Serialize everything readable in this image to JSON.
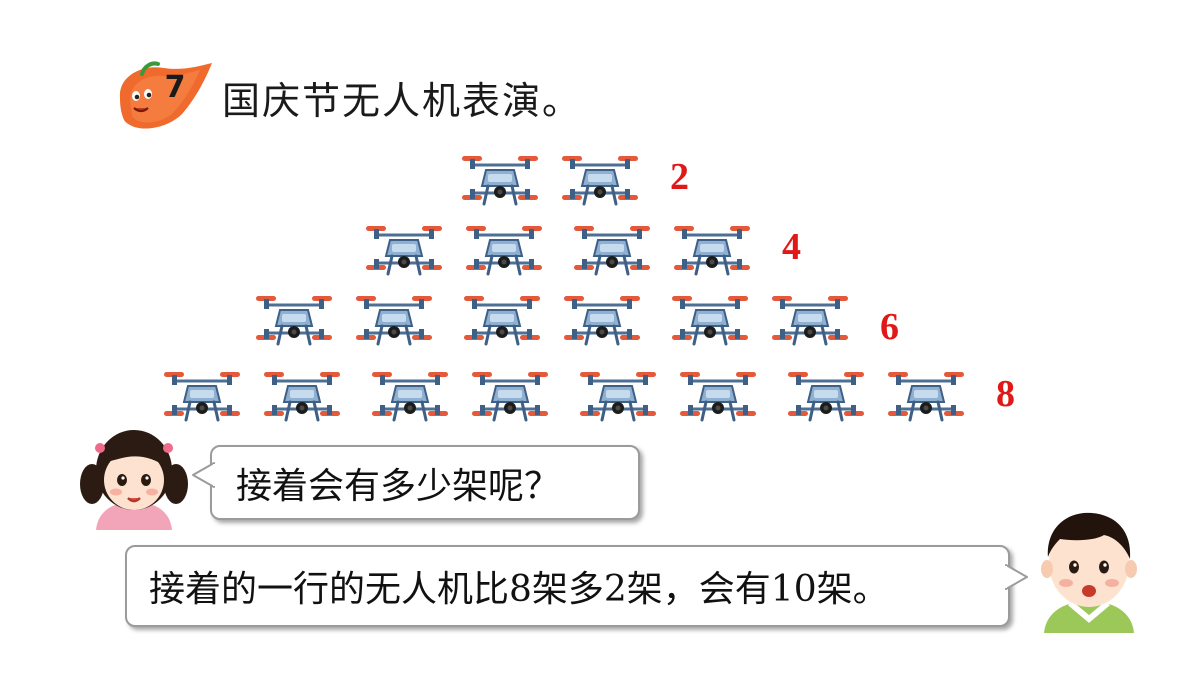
{
  "problem": {
    "number": "7",
    "title": "国庆节无人机表演。"
  },
  "formation": {
    "rows": [
      {
        "drones": 2,
        "count_label": "2"
      },
      {
        "drones": 4,
        "count_label": "4"
      },
      {
        "drones": 6,
        "count_label": "6"
      },
      {
        "drones": 8,
        "count_label": "8"
      }
    ]
  },
  "dialogue": {
    "girl": "接着会有多少架呢？",
    "boy": "接着的一行的无人机比8架多2架，会有10架。"
  },
  "colors": {
    "count_red": "#e01818",
    "drone_body": "#5b7fa6",
    "propeller": "#e4593a",
    "badge_orange": "#ef6a2c",
    "bubble_border": "#9b9b9b"
  }
}
